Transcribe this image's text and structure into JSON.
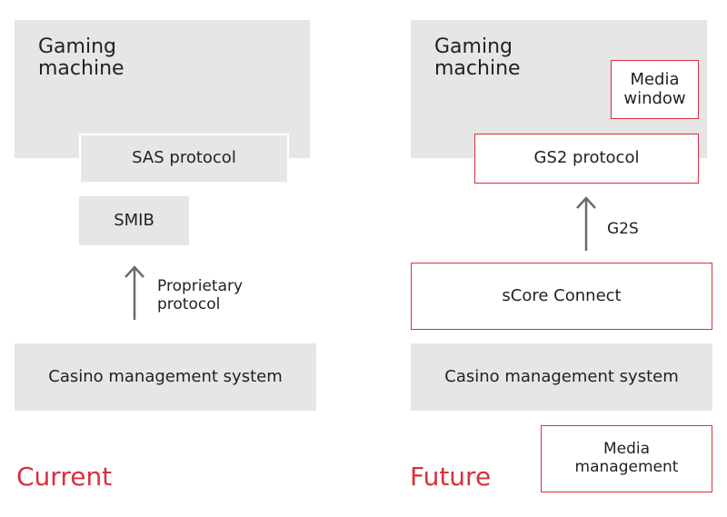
{
  "current": {
    "title": "Current",
    "gaming_machine": "Gaming machine",
    "sas_protocol": "SAS protocol",
    "smib": "SMIB",
    "arrow_label_1": "Proprietary",
    "arrow_label_2": "protocol",
    "cms": "Casino management system"
  },
  "future": {
    "title": "Future",
    "gaming_machine": "Gaming machine",
    "media_window_1": "Media",
    "media_window_2": "window",
    "gs2_protocol": "GS2 protocol",
    "arrow_label": "G2S",
    "score_connect": "sCore Connect",
    "cms": "Casino management system",
    "media_management_1": "Media",
    "media_management_2": "management"
  },
  "colors": {
    "accent": "#d9303e",
    "box": "#e6e6e6",
    "arrow": "#6b6b6b"
  }
}
